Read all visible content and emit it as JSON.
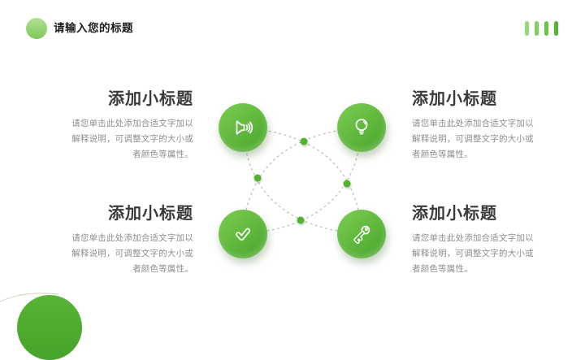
{
  "header": {
    "title": "请输入您的标题"
  },
  "sections": [
    {
      "position": "top-left",
      "icon": "speaker-icon",
      "title": "添加小标题",
      "body": "请您单击此处添加合适文字加以解释说明，可调整文字的大小或者颜色等属性。"
    },
    {
      "position": "top-right",
      "icon": "lightbulb-icon",
      "title": "添加小标题",
      "body": "请您单击此处添加合适文字加以解释说明，可调整文字的大小或者颜色等属性。"
    },
    {
      "position": "bottom-left",
      "icon": "checkmark-icon",
      "title": "添加小标题",
      "body": "请您单击此处添加合适文字加以解释说明，可调整文字的大小或者颜色等属性。"
    },
    {
      "position": "bottom-right",
      "icon": "key-icon",
      "title": "添加小标题",
      "body": "请您单击此处添加合适文字加以解释说明，可调整文字的大小或者颜色等属性。"
    }
  ],
  "colors": {
    "node_gradient_start": "#7ccd53",
    "node_gradient_end": "#48a42a",
    "header_dot": "#8fd46c",
    "decor_bars": [
      "#97d87b",
      "#82cf61",
      "#6bc348",
      "#54b531"
    ],
    "connector_dash": "#bcbcbc",
    "connector_dot": "#54b233",
    "corner_circle": "#4fae33",
    "title_text": "#3a3a3a",
    "body_text": "#8e8e8e"
  }
}
